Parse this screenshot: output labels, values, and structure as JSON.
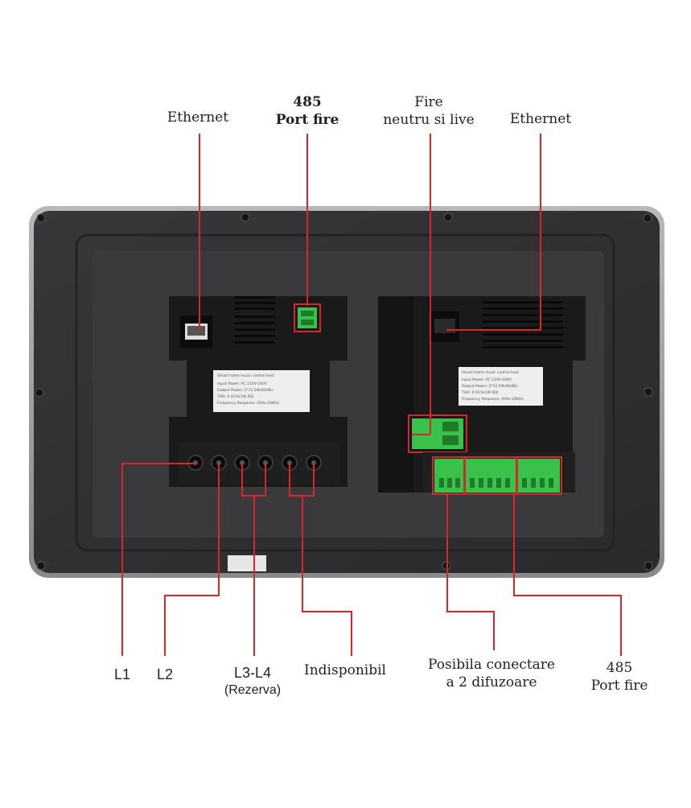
{
  "labels": {
    "ethernet_left": "Ethernet",
    "port485_top_num": "485",
    "port485_top_text": "Port fire",
    "fire_top_line1": "Fire",
    "fire_top_line2": "neutru si live",
    "ethernet_right": "Ethernet",
    "l1": "L1",
    "l2": "L2",
    "l3l4": "L3-L4",
    "rezerva": "(Rezerva)",
    "indisponibil": "Indisponibil",
    "speakers_line1": "Posibila conectare",
    "speakers_line2": "a 2 difuzoare",
    "port485_bottom_num": "485",
    "port485_bottom_text": "Port fire"
  },
  "spec_label_left": {
    "title": "Smart home music control host",
    "lines": [
      "Input Power: AC 110V-240V",
      "Output Power: 2*12.5W/4Ω/8Ω",
      "THD: 0.01%(1W 4Ω)",
      "Frequency Response: 20Hz-20KHz"
    ]
  },
  "spec_label_right": {
    "title": "Smart home music control host",
    "lines": [
      "Input Power: AC 110V-240V",
      "Output Power: 2*12.5W/4Ω/8Ω",
      "THD: 0.01%(1W 4Ω)",
      "Frequency Response: 20Hz-20KHz"
    ]
  },
  "colors": {
    "callout_red": "#d8262b",
    "terminal_green": "#39c24a",
    "panel_dark": "#2b2b2d",
    "panel_frame": "#9a9a9c"
  }
}
